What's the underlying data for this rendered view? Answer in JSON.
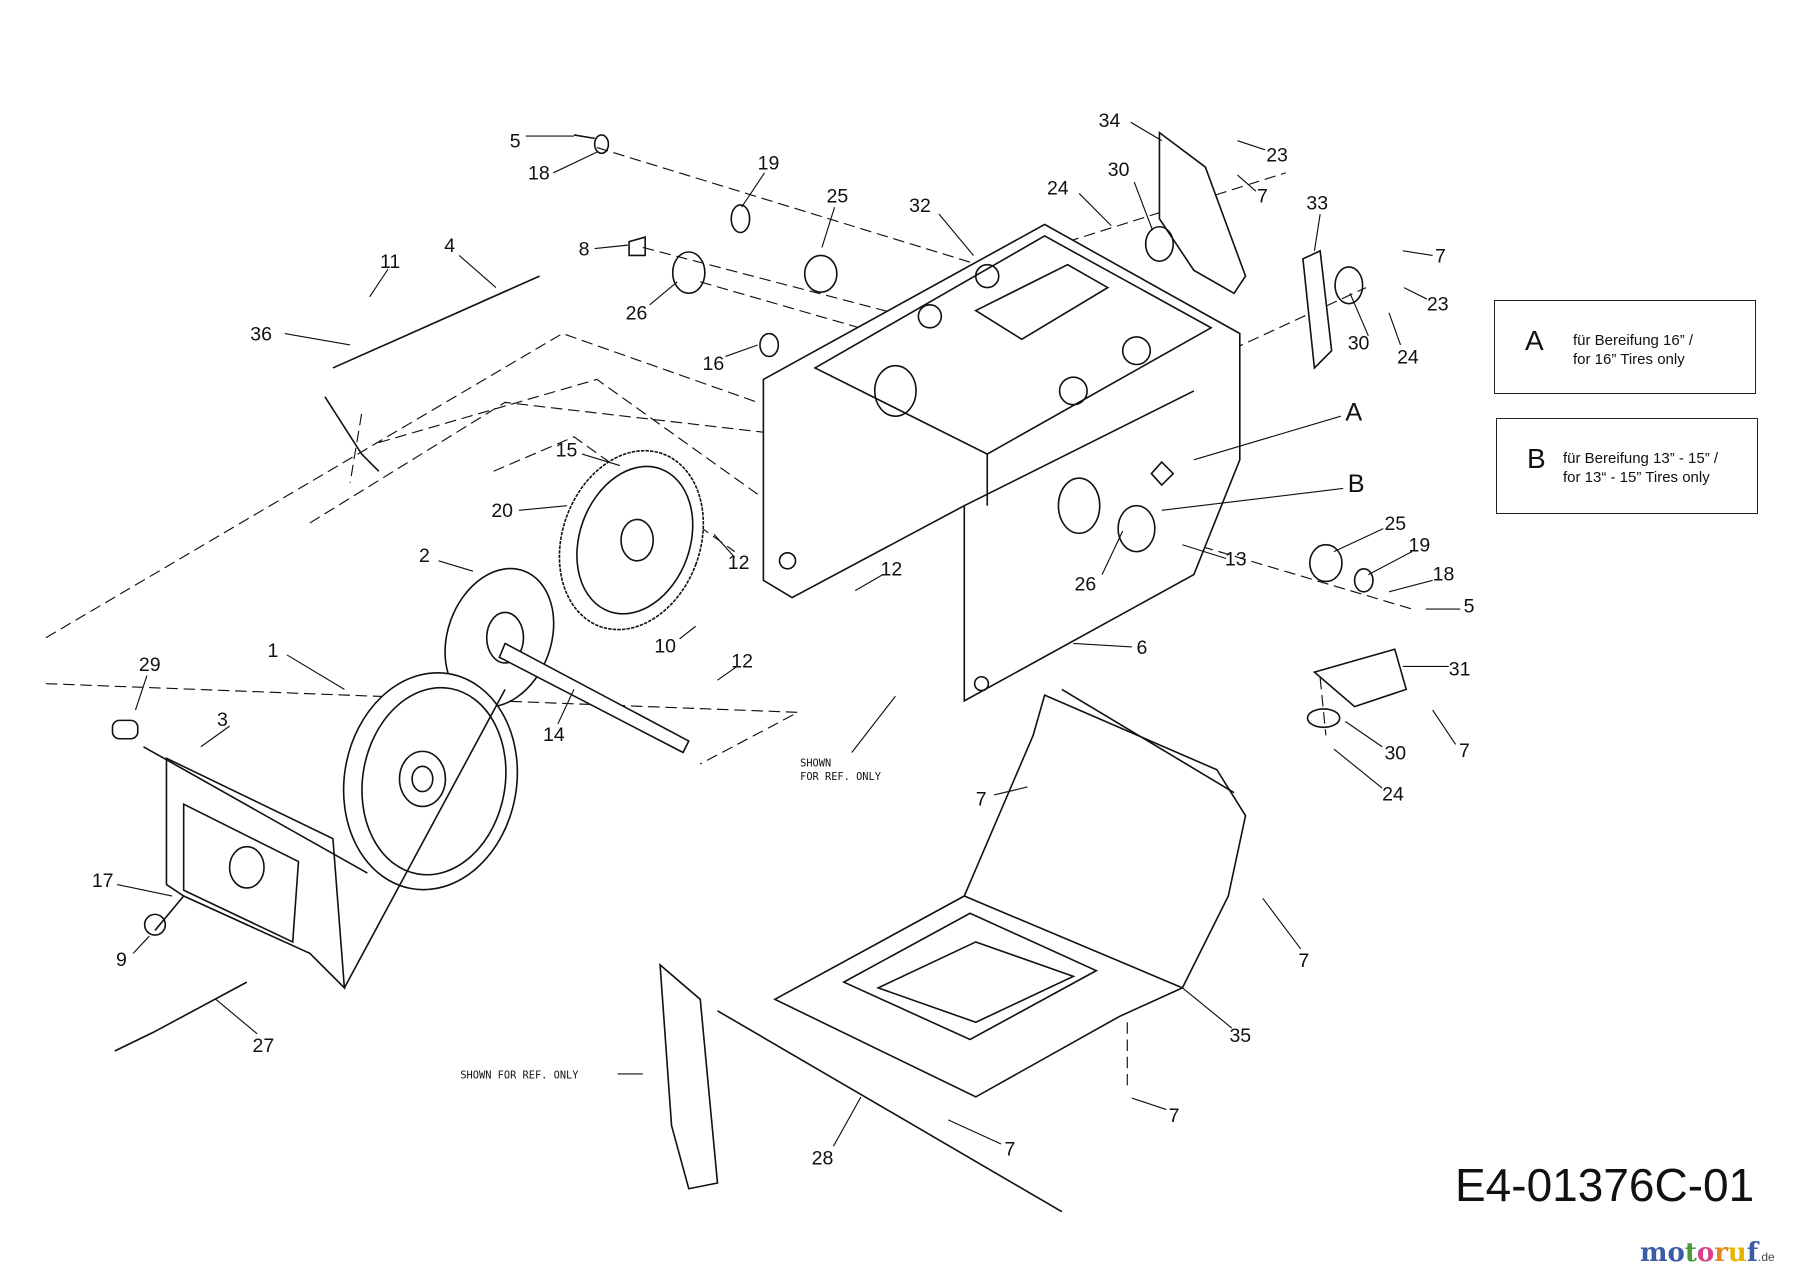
{
  "callouts": [
    "5",
    "18",
    "19",
    "25",
    "8",
    "26",
    "16",
    "32",
    "34",
    "24",
    "30",
    "23",
    "7",
    "33",
    "7",
    "23",
    "30",
    "24",
    "A",
    "B",
    "11",
    "4",
    "36",
    "15",
    "20",
    "12",
    "12",
    "2",
    "10",
    "12",
    "29",
    "1",
    "3",
    "14",
    "17",
    "9",
    "27",
    "25",
    "19",
    "18",
    "5",
    "13",
    "26",
    "6",
    "31",
    "30",
    "7",
    "24",
    "7",
    "7",
    "35",
    "7",
    "7",
    "28"
  ],
  "notes": {
    "shown_ref_1_line1": "SHOWN",
    "shown_ref_1_line2": "FOR REF. ONLY",
    "shown_ref_2": "SHOWN FOR REF. ONLY"
  },
  "legend": [
    {
      "key": "A",
      "line1": "für Bereifung 16”  /",
      "line2": "for 16” Tires  only"
    },
    {
      "key": "B",
      "line1": "für Bereifung 13” - 15”  /",
      "line2": "for 13“ - 15” Tires  only"
    }
  ],
  "diagram_code": "E4-01376C-01",
  "logo": {
    "main": "motoruf",
    "suffix": ".de",
    "colors": [
      "#3b5ba5",
      "#3b5ba5",
      "#4a9a3a",
      "#d9418a",
      "#e08a1e",
      "#e6b400",
      "#3b5ba5"
    ]
  }
}
